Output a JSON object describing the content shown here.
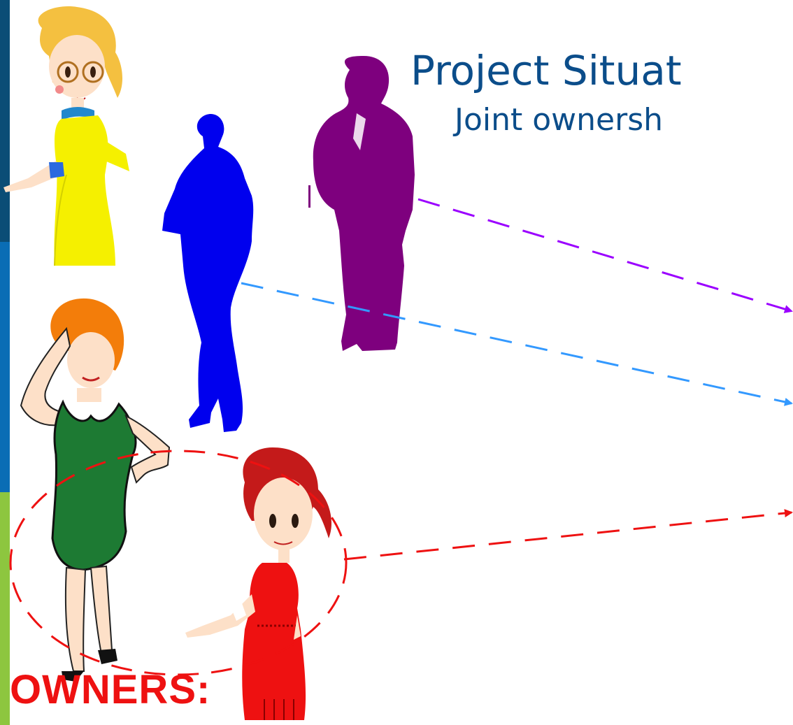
{
  "slide": {
    "title": "Project Situat",
    "subtitle": "Joint ownersh",
    "owners_label": "OWNERS:"
  },
  "colors": {
    "title": "#0b4d8a",
    "owners_label": "#ee1111",
    "arrow_purple": "#9b00ff",
    "arrow_blue": "#3399ff",
    "arrow_red": "#ee1111",
    "band_top": "#0b4d76",
    "band_middle": "#0a6db5",
    "band_bottom": "#8dc63f"
  },
  "figures": [
    {
      "name": "woman-yellow-dress",
      "dress_color": "#f5f000"
    },
    {
      "name": "woman-blue-silhouette",
      "color": "#0000ee"
    },
    {
      "name": "man-purple-silhouette",
      "color": "#7e007e"
    },
    {
      "name": "woman-green-dress",
      "dress_color": "#1d7a33"
    },
    {
      "name": "woman-red-dress",
      "dress_color": "#ee1111"
    }
  ]
}
